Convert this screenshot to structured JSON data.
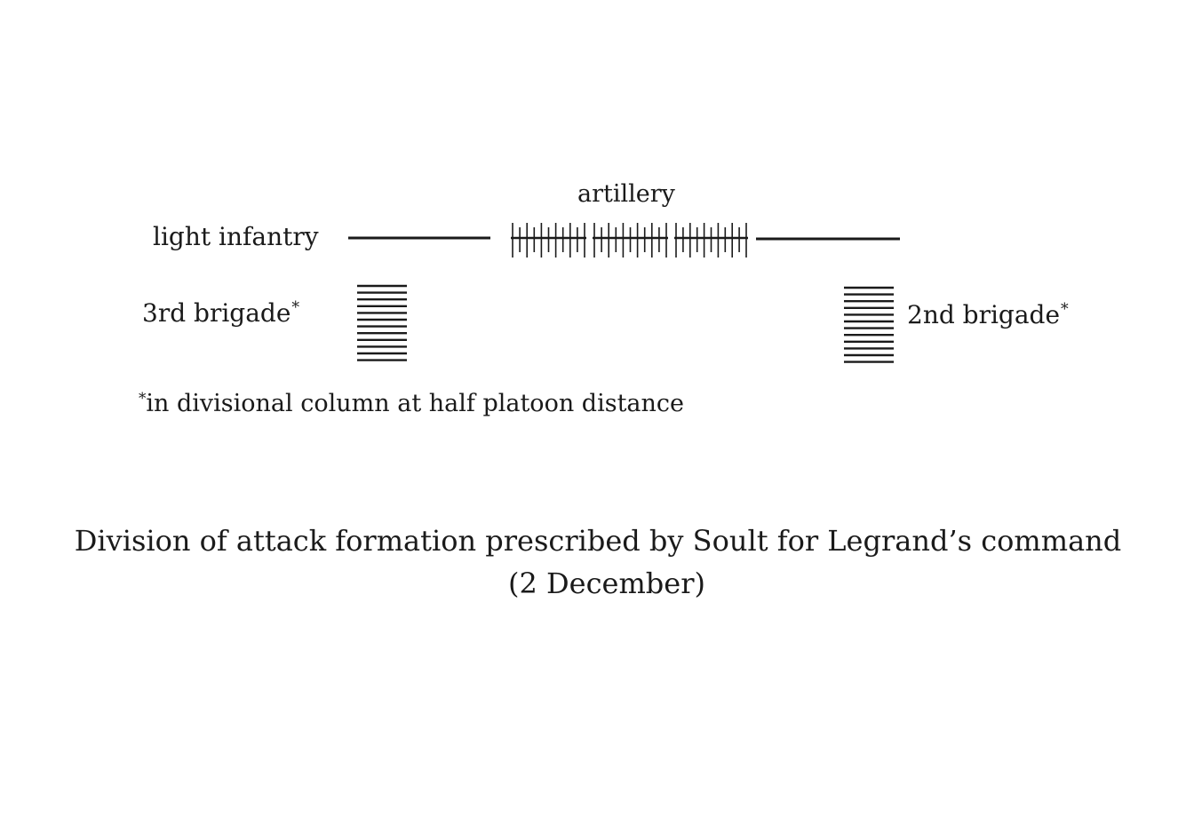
{
  "diagram": {
    "labels": {
      "artillery": "artillery",
      "light_infantry": "light infantry",
      "third_brigade": "3rd brigade",
      "second_brigade": "2nd brigade",
      "asterisk": "*"
    },
    "footnote": {
      "marker": "*",
      "text": "in divisional column at half platoon distance"
    },
    "caption": {
      "line1": "Division of attack formation prescribed by Soult for Legrand’s command",
      "line2": "(2 December)"
    },
    "colors": {
      "ink": "#1a1a1a",
      "background": "#ffffff"
    }
  }
}
